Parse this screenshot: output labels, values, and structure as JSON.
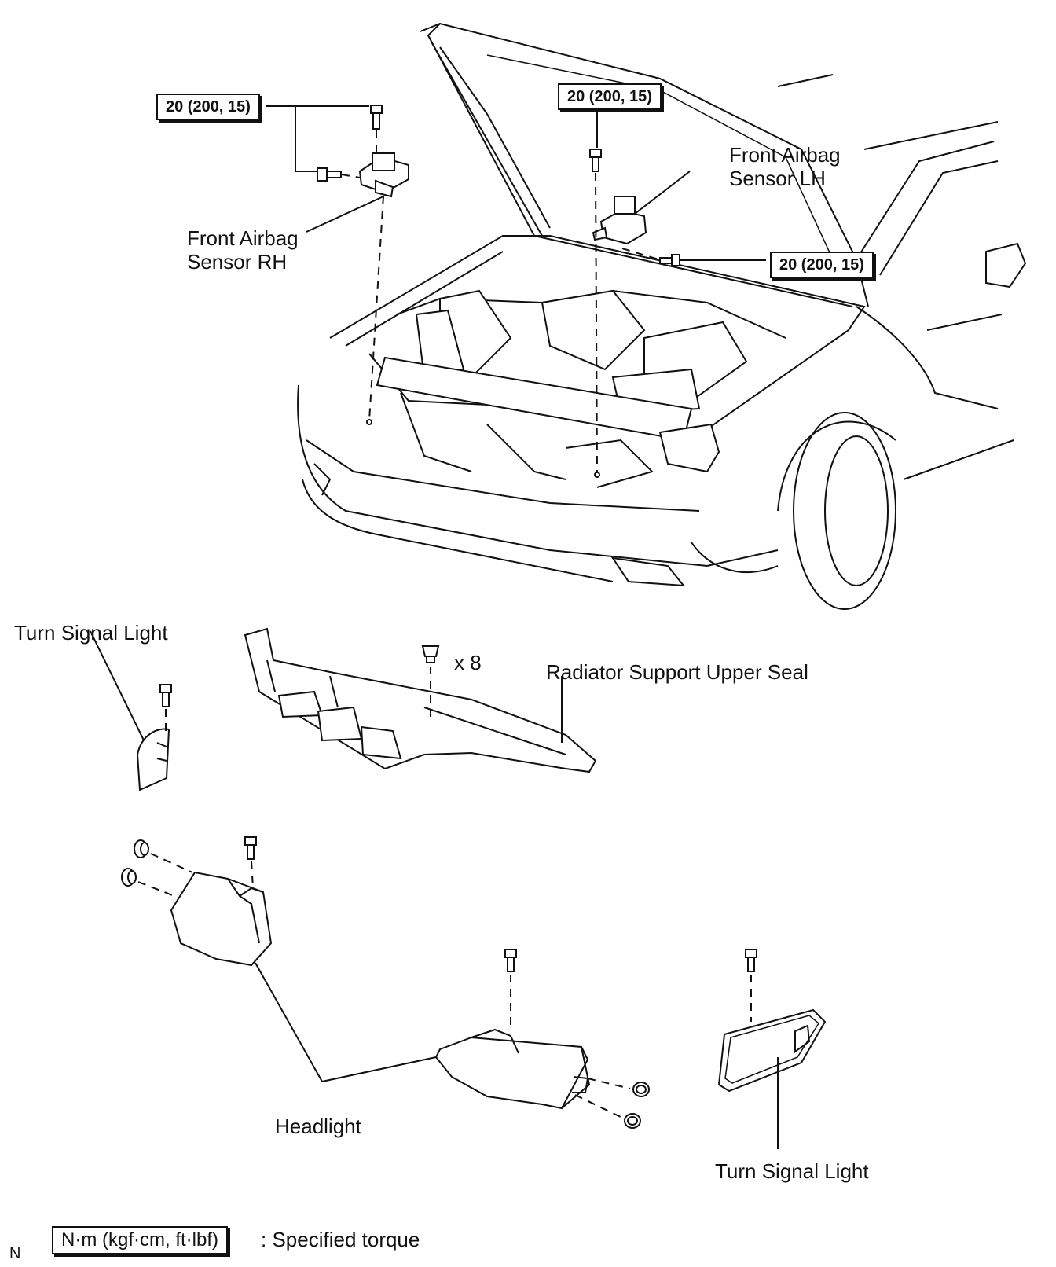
{
  "labels": {
    "front_airbag_sensor_rh": "Front Airbag\nSensor RH",
    "front_airbag_sensor_lh": "Front Airbag\nSensor LH",
    "turn_signal_light_left": "Turn Signal Light",
    "turn_signal_light_right": "Turn Signal Light",
    "radiator_support_upper_seal": "Radiator Support Upper Seal",
    "headlight": "Headlight",
    "clip_count": "x 8"
  },
  "torque_specs": {
    "rh_sensor": "20 (200, 15)",
    "lh_sensor_top": "20 (200, 15)",
    "lh_sensor_side": "20 (200, 15)"
  },
  "legend": {
    "letter": "N",
    "unit_box": "N·m (kgf·cm, ft·lbf)",
    "description": ": Specified torque"
  }
}
